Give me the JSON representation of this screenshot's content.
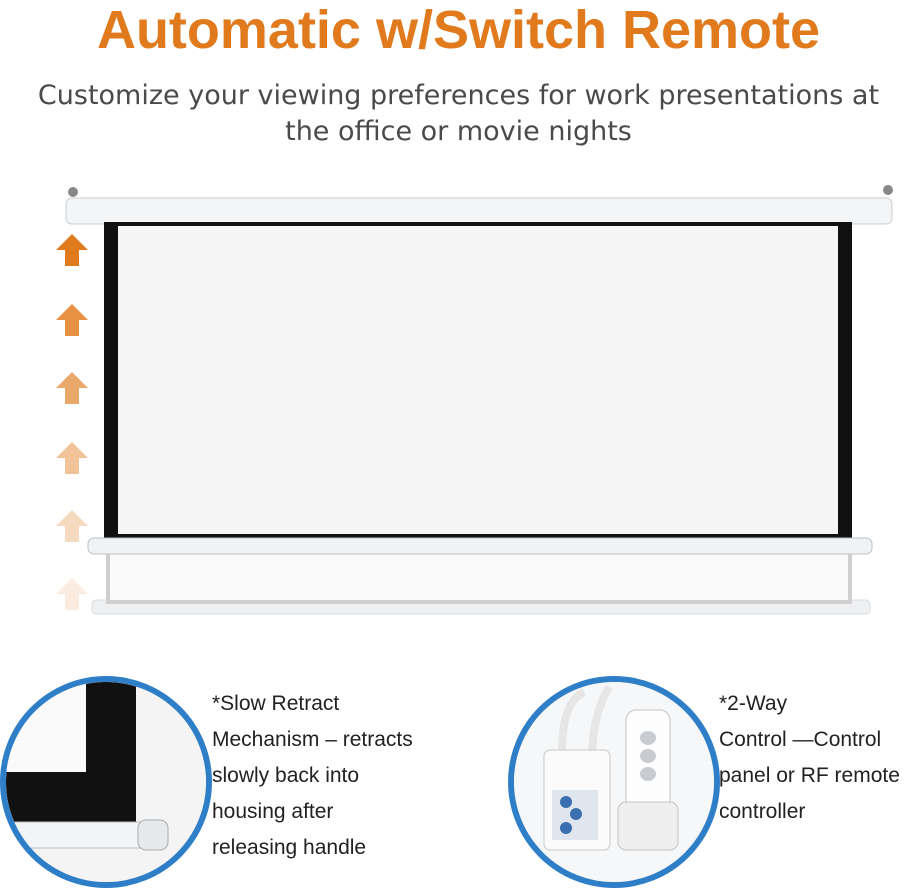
{
  "header": {
    "title": "Automatic w/Switch Remote",
    "subtitle": "Customize your viewing preferences for work presentations at the office or movie nights"
  },
  "features": [
    {
      "text_lines": [
        "*Slow Retract",
        "Mechanism – retracts",
        "slowly back into",
        "housing after",
        "releasing handle"
      ]
    },
    {
      "text_lines": [
        " *2-Way",
        "Control —Control",
        "panel or RF remote",
        "controller"
      ]
    }
  ],
  "colors": {
    "accent": "#e07a1c",
    "circle_border": "#2f7fc8"
  },
  "icons": [
    "up-arrow-icon",
    "control-panel-icon",
    "rf-remote-icon"
  ]
}
